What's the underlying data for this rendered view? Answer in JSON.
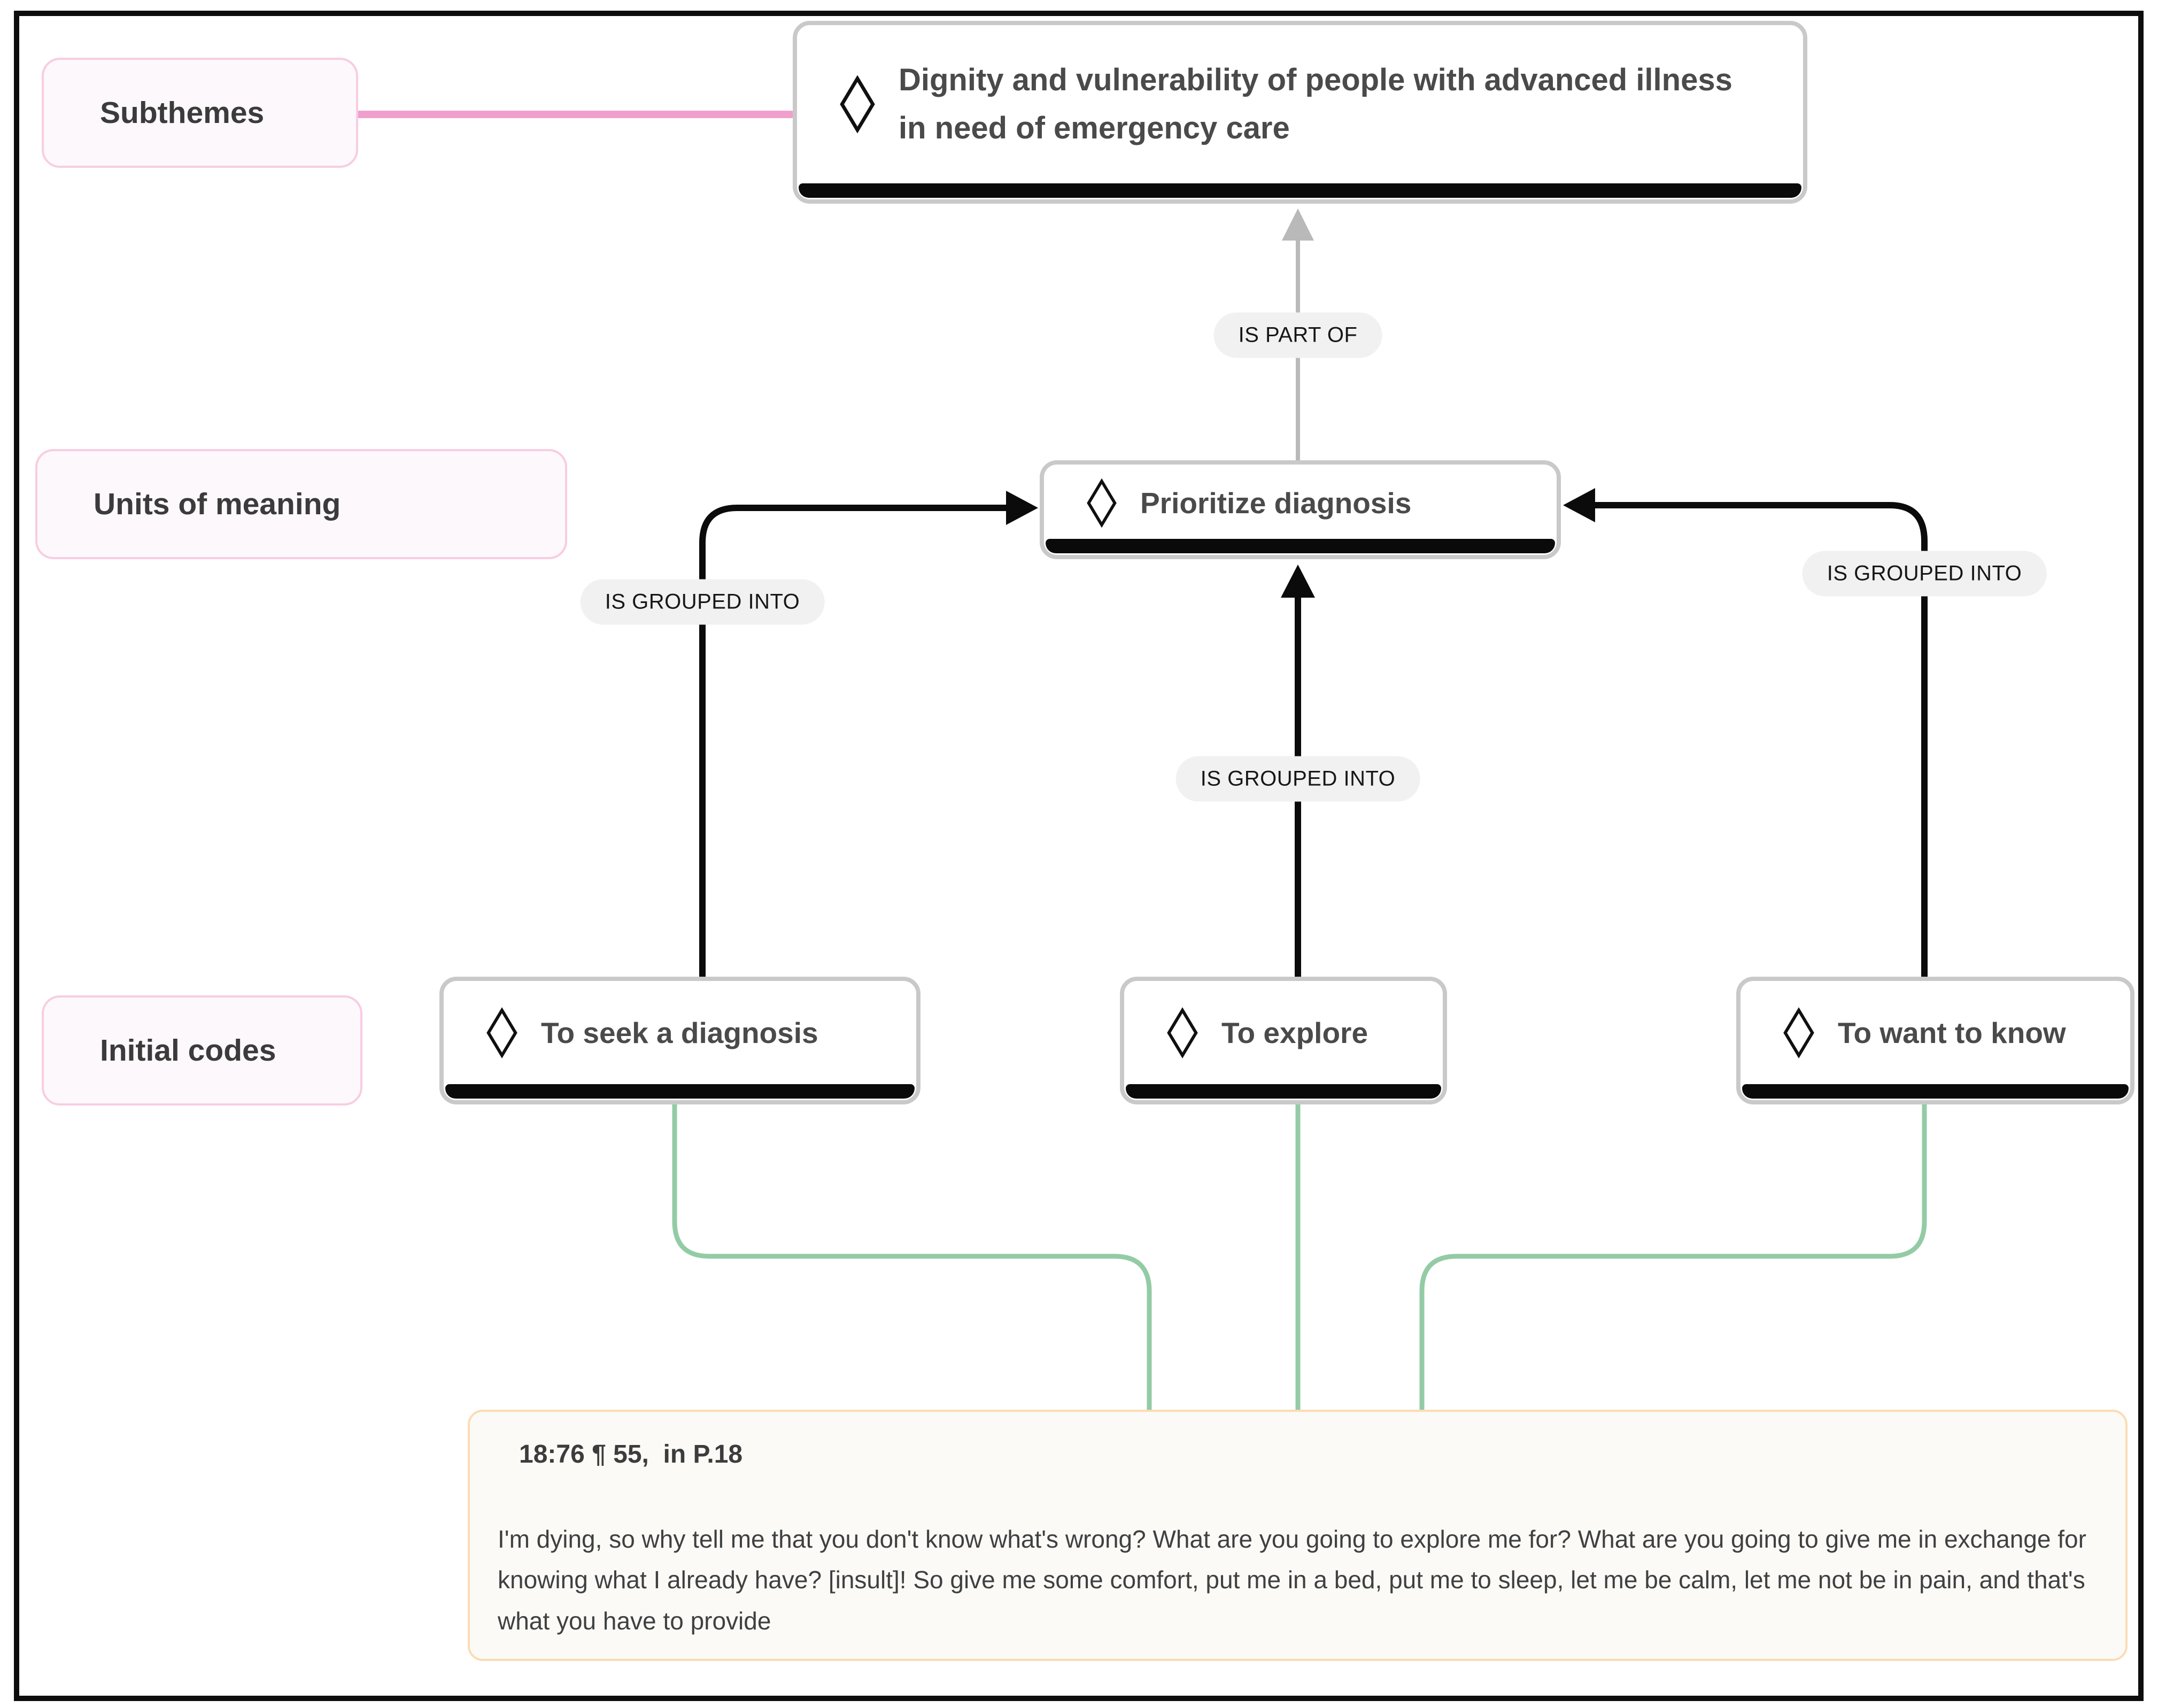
{
  "diagram": {
    "row_labels": {
      "subthemes": "Subthemes",
      "units_of_meaning": "Units of meaning",
      "initial_codes": "Initial codes"
    },
    "subtheme_node": {
      "label": "Dignity and vulnerability of people with advanced illness in need of emergency care"
    },
    "unit_node": {
      "label": "Prioritize diagnosis"
    },
    "code_nodes": [
      {
        "label": "To seek a diagnosis"
      },
      {
        "label": "To explore"
      },
      {
        "label": "To want to know"
      }
    ],
    "relation_labels": {
      "is_part_of": "IS PART OF",
      "is_grouped_into": "IS GROUPED INTO"
    },
    "quotation": {
      "reference": "18:76 ¶ 55,  in P.18",
      "text": "I'm dying, so why tell me that you don't know what's wrong? What are you going to explore me for? What are you going to give me in exchange for knowing what I already have? [insult]! So give me some comfort, put me in a bed, put me to sleep, let me be calm, let me not be in pain, and that's what you have to provide"
    },
    "colors": {
      "label_border_pink": "#f7cde2",
      "label_bg_pink": "#fdf8fb",
      "connector_pink": "#f09fcd",
      "node_border_gray": "#c9c9c9",
      "node_bar_black": "#0a0a0a",
      "arrow_black": "#0b0b0b",
      "arrow_gray": "#b9b9b9",
      "pill_bg_gray": "#f1f1f1",
      "connector_green": "#93cba5",
      "quote_border_orange": "#fbdcb4",
      "quote_bg": "#fbfaf7"
    }
  }
}
